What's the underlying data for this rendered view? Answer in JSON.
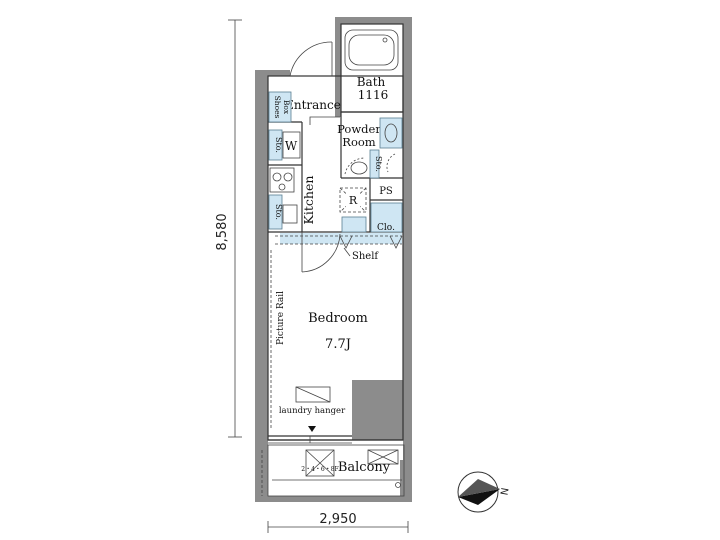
{
  "dimensions": {
    "height": "8,580",
    "width": "2,950"
  },
  "rooms": {
    "bath": {
      "name": "Bath",
      "size": "1116"
    },
    "entrance": "Entrance",
    "powder_room": {
      "line1": "Powder",
      "line2": "Room"
    },
    "kitchen": "Kitchen",
    "bedroom": {
      "name": "Bedroom",
      "size": "7.7J"
    },
    "balcony": "Balcony"
  },
  "fixtures": {
    "shoes_box": {
      "line1": "Shoes",
      "line2": "Box"
    },
    "storage": "Sto.",
    "washer": "W",
    "refrigerator": "R",
    "pipe_space": "PS",
    "closet": "Clo.",
    "shelf": "Shelf",
    "picture_rail": "Picture Rail",
    "laundry_hanger": "laundry hanger",
    "hatch_label": "2・4・6・8F"
  },
  "compass": {
    "north_label": "N"
  },
  "colors": {
    "wall": "#8c8c8c",
    "fixture_blue": "#cfe6f3"
  }
}
